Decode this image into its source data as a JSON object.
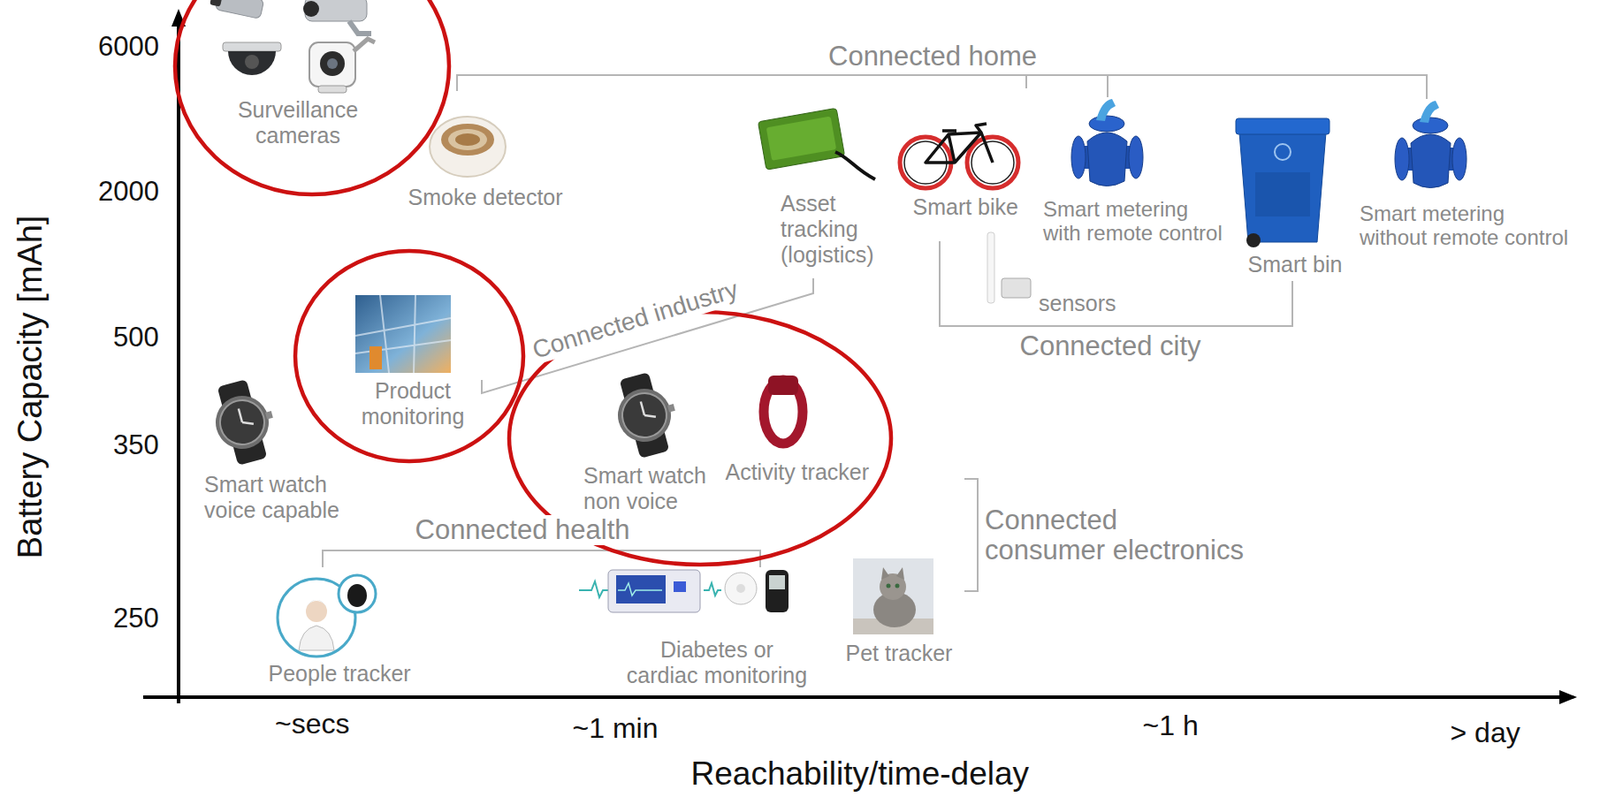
{
  "diagram": {
    "nodes": [
      {
        "text": [
          "Surveillance cameras"
        ]
      },
      {
        "text": [
          "Product monitoring"
        ]
      },
      {
        "text": [
          "Smart watch non voice",
          "Activity tracker"
        ]
      }
    ],
    "labels": [
      "6000",
      "2000",
      "500",
      "350",
      "250",
      "Battery Capacity [mAh]",
      "~secs",
      "~1 min",
      "~1 h",
      "> day",
      "Reachability/time-delay",
      "Connected home",
      "Smoke detector",
      "Asset tracking (logistics)",
      "Smart bike",
      "Smart metering with remote control",
      "Smart bin",
      "Smart metering without remote control",
      "sensors",
      "Connected city",
      "Connected industry",
      "Smart watch voice capable",
      "Connected consumer electronics",
      "Connected health",
      "People tracker",
      "Diabetes or cardiac monitoring",
      "Pet tracker"
    ]
  }
}
